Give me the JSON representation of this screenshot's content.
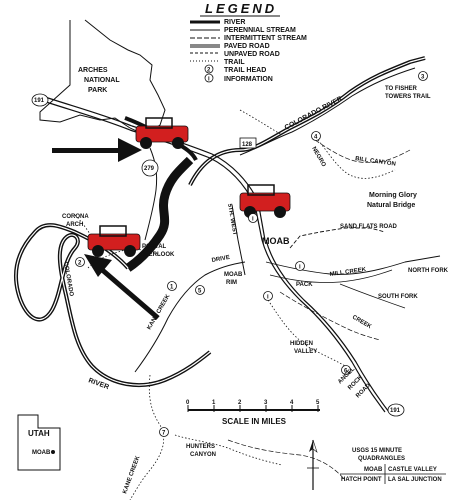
{
  "legend": {
    "title": "LEGEND",
    "items": [
      {
        "label": "RIVER",
        "line": "river"
      },
      {
        "label": "PERENNIAL STREAM",
        "line": "perennial"
      },
      {
        "label": "INTERMITTENT STREAM",
        "line": "intermittent"
      },
      {
        "label": "PAVED ROAD",
        "line": "paved"
      },
      {
        "label": "UNPAVED ROAD",
        "line": "unpaved"
      },
      {
        "label": "TRAIL",
        "line": "trail"
      },
      {
        "label": "TRAIL HEAD",
        "symbol": "2"
      },
      {
        "label": "INFORMATION",
        "symbol": "i"
      }
    ]
  },
  "labels": {
    "arches": [
      "ARCHES",
      "NATIONAL",
      "PARK"
    ],
    "colorado_river_ne": "COLORADO          RIVER",
    "fisher": [
      "TO FISHER",
      "TOWERS TRAIL"
    ],
    "negro_bill": "BILL      CANYON",
    "negro": "NEGRO",
    "morning_glory": [
      "Morning Glory",
      "Natural Bridge"
    ],
    "sand_flats": "SAND FLATS  ROAD",
    "moab": "MOAB",
    "fifth_west": "5TH. WEST",
    "drive": "DRIVE",
    "moab_rim": [
      "MOAB",
      "RIM"
    ],
    "mill_creek": "MILL       CREEK",
    "north_fork": "NORTH FORK",
    "south_fork": "SOUTH FORK",
    "pack": "PACK",
    "creek": "CREEK",
    "corona": [
      "CORONA",
      "ARCH"
    ],
    "portal": [
      "PORTAL",
      "OVERLOOK"
    ],
    "colorado_river_w": "COLORADO",
    "kane_creek": "KANE      CREEK",
    "river_s": "RIVER",
    "hidden_valley": [
      "HIDDEN",
      "VALLEY"
    ],
    "angel_rock": [
      "ANGEL",
      "ROCK",
      "ROAD"
    ],
    "hunters": [
      "HUNTERS",
      "CANYON"
    ],
    "kane_creek_s": "KANE      CREEK",
    "scale": "SCALE IN MILES",
    "scale_ticks": [
      "0",
      "1",
      "2",
      "3",
      "4",
      "5"
    ],
    "utah": "UTAH",
    "utah_moab": "MOAB",
    "usgs": [
      "USGS 15 MINUTE",
      "QUADRANGLES"
    ],
    "quad_left": [
      "MOAB",
      "HATCH POINT"
    ],
    "quad_right": [
      "CASTLE VALLEY",
      "LA SAL JUNCTION"
    ]
  },
  "route_shields": {
    "us191_north": "191",
    "us191_south": "191",
    "ut128": "128",
    "ut279": "279"
  },
  "markers": [
    "1",
    "2",
    "3",
    "4",
    "5",
    "6",
    "7"
  ],
  "info_markers": [
    "i",
    "i",
    "i"
  ],
  "colors": {
    "ink": "#111111",
    "jeep_red": "#d21f1f",
    "paper": "#ffffff"
  },
  "icons": [
    "jeep-icon",
    "arrow-icon",
    "north-arrow-icon"
  ]
}
